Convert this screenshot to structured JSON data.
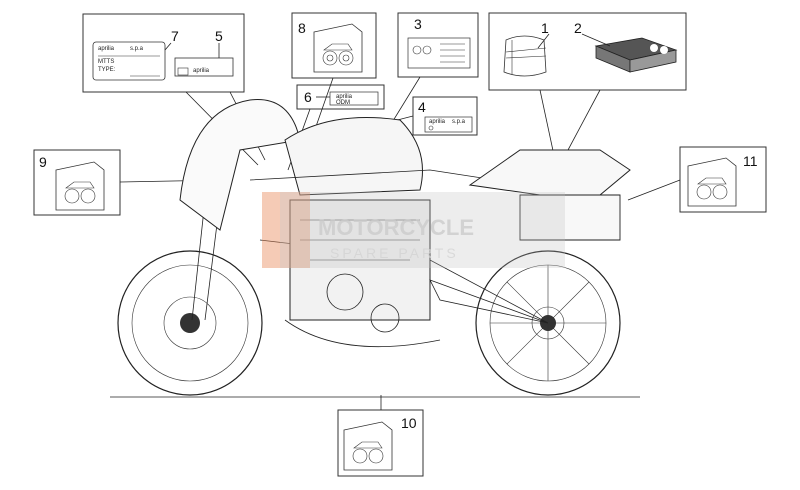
{
  "callouts": {
    "c1": "1",
    "c2": "2",
    "c3": "3",
    "c4": "4",
    "c5": "5",
    "c6": "6",
    "c7": "7",
    "c8": "8",
    "c9": "9",
    "c10": "10",
    "c11": "11"
  },
  "labels": {
    "brand": "aprilia",
    "spa": "s.p.a",
    "mtts": "MTTS",
    "type": "TYPE:",
    "odm": "ODM"
  },
  "watermark": {
    "line1": "MOTORCYCLE",
    "line2": "SPARE PARTS"
  },
  "colors": {
    "watermark_accent": "#e8895a",
    "watermark_gray": "#9a9a9a"
  }
}
